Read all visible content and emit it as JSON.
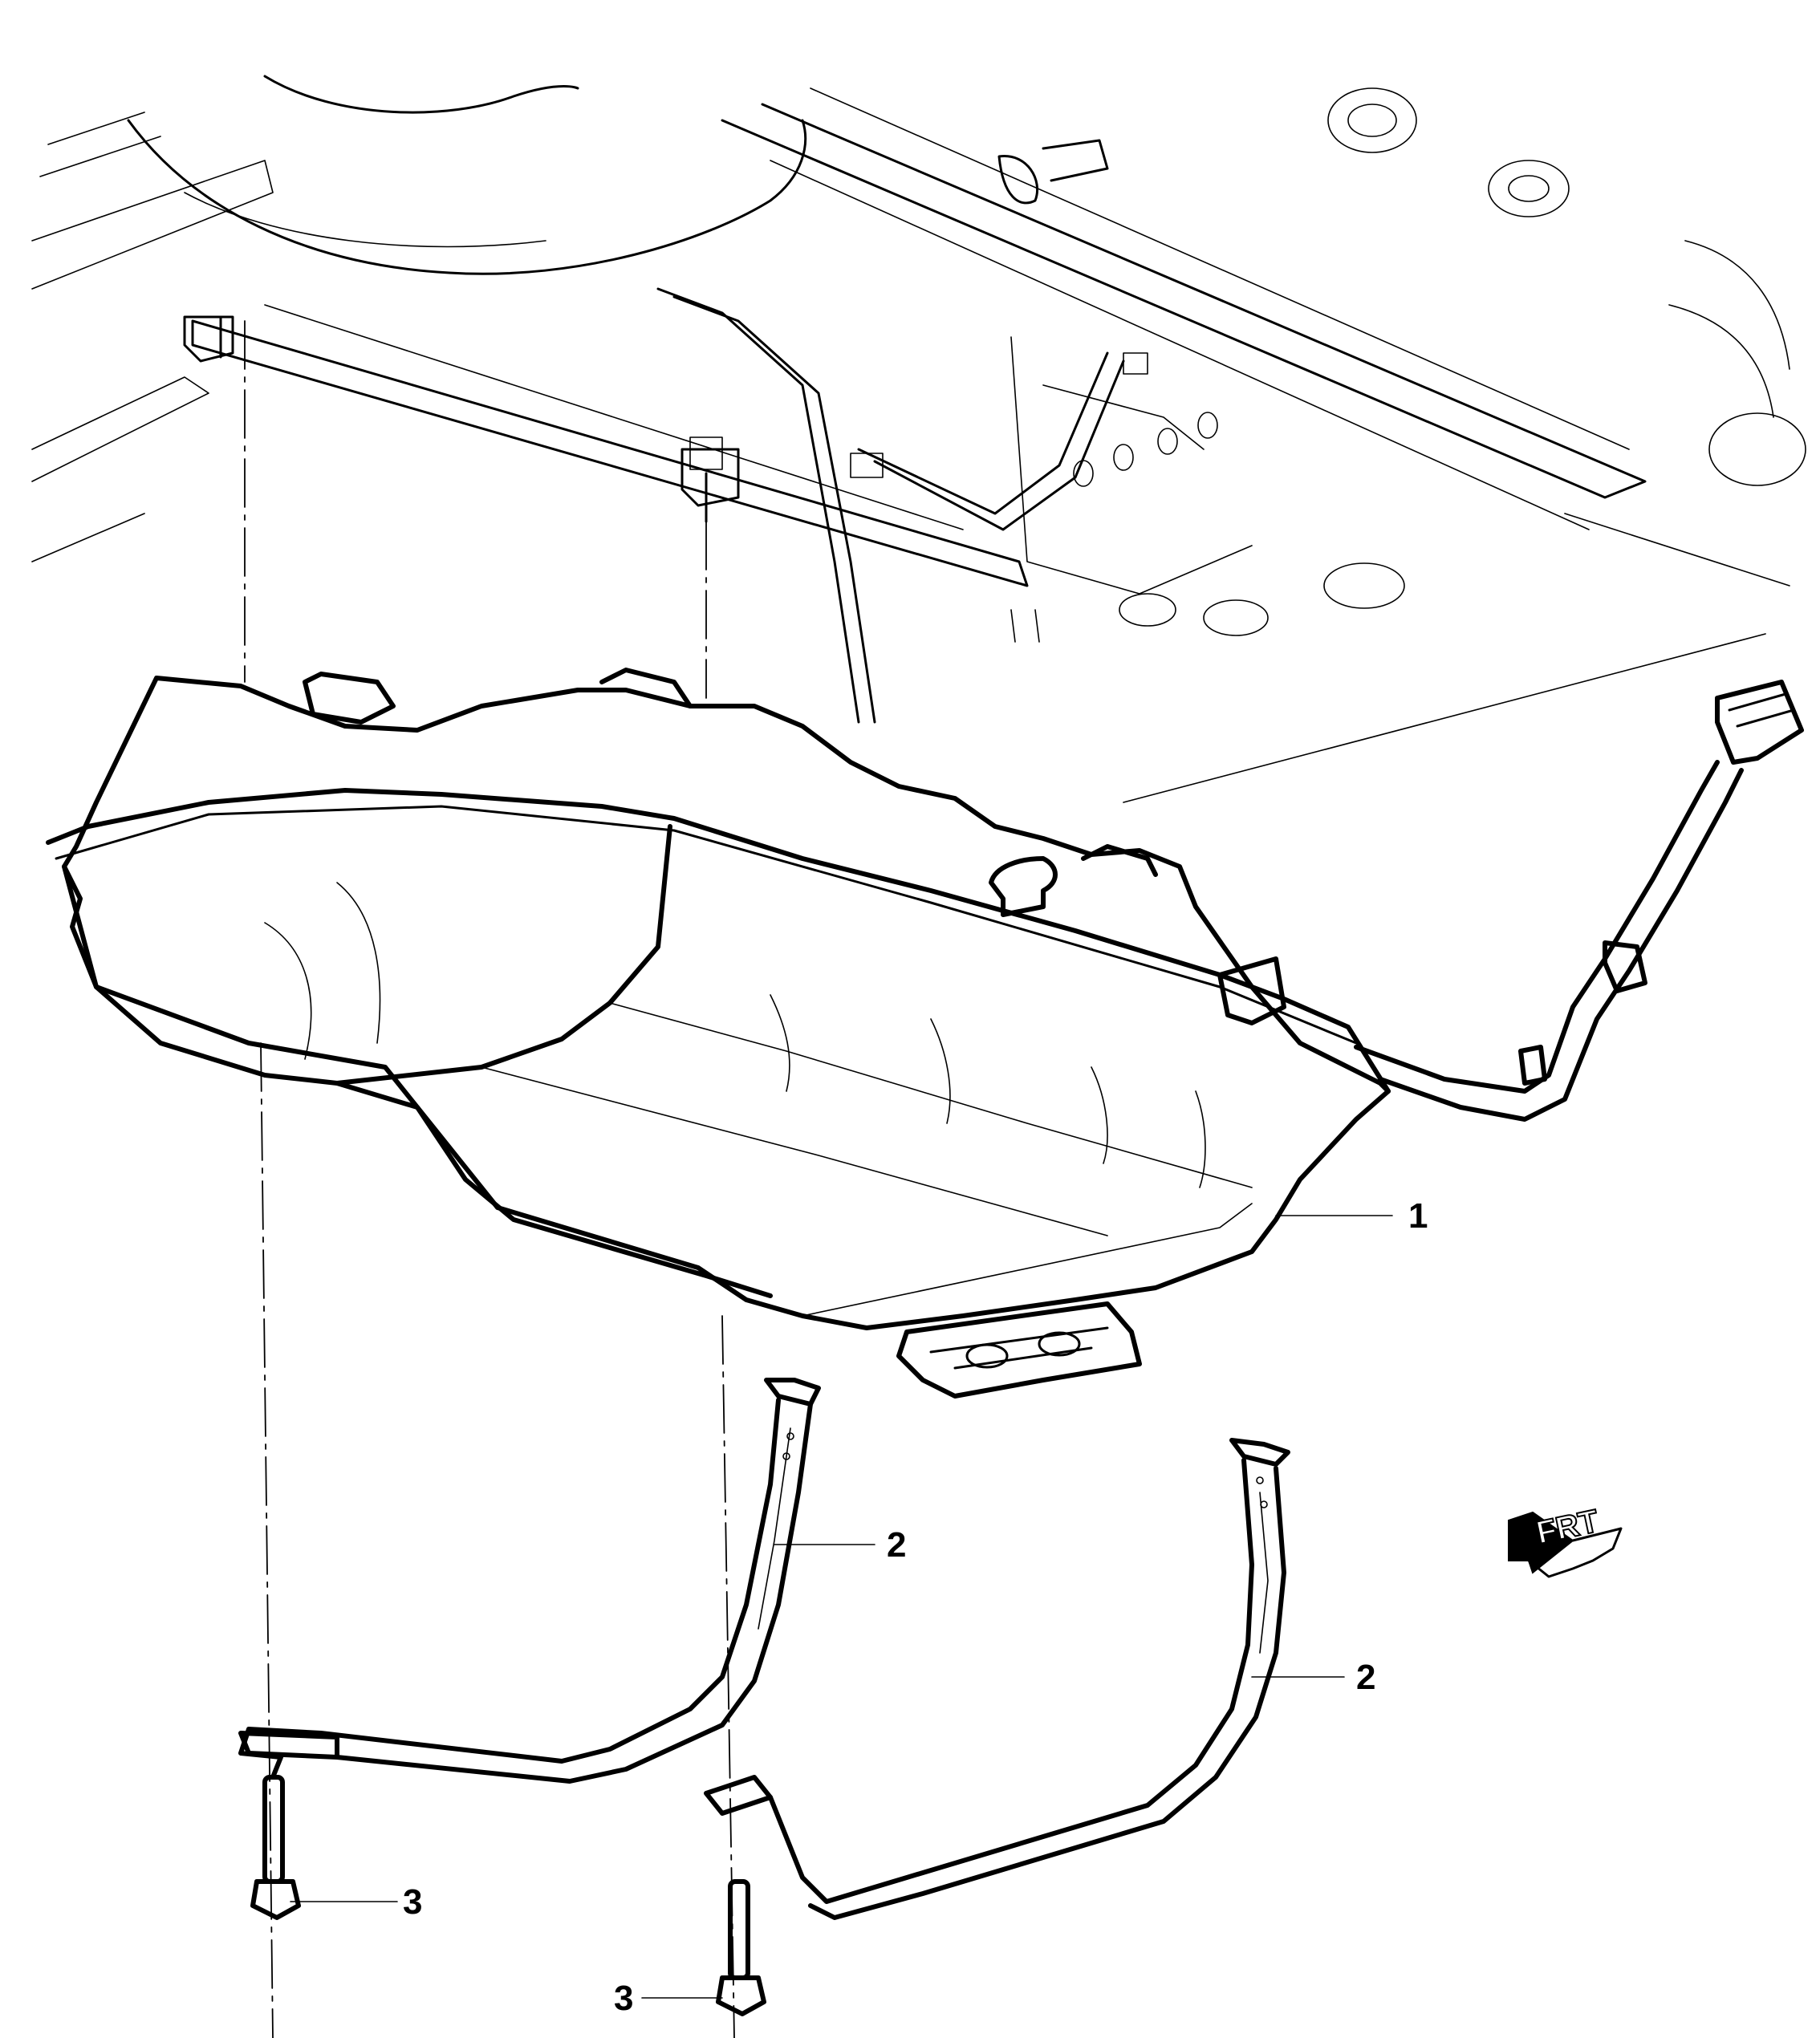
{
  "callouts": [
    {
      "id": "1",
      "label": "1"
    },
    {
      "id": "2a",
      "label": "2"
    },
    {
      "id": "2b",
      "label": "2"
    },
    {
      "id": "3a",
      "label": "3"
    },
    {
      "id": "3b",
      "label": "3"
    }
  ],
  "orientation": {
    "label": "FRT",
    "icon": "front-direction-arrow-icon"
  },
  "colors": {
    "line": "#000000",
    "background": "#ffffff"
  }
}
